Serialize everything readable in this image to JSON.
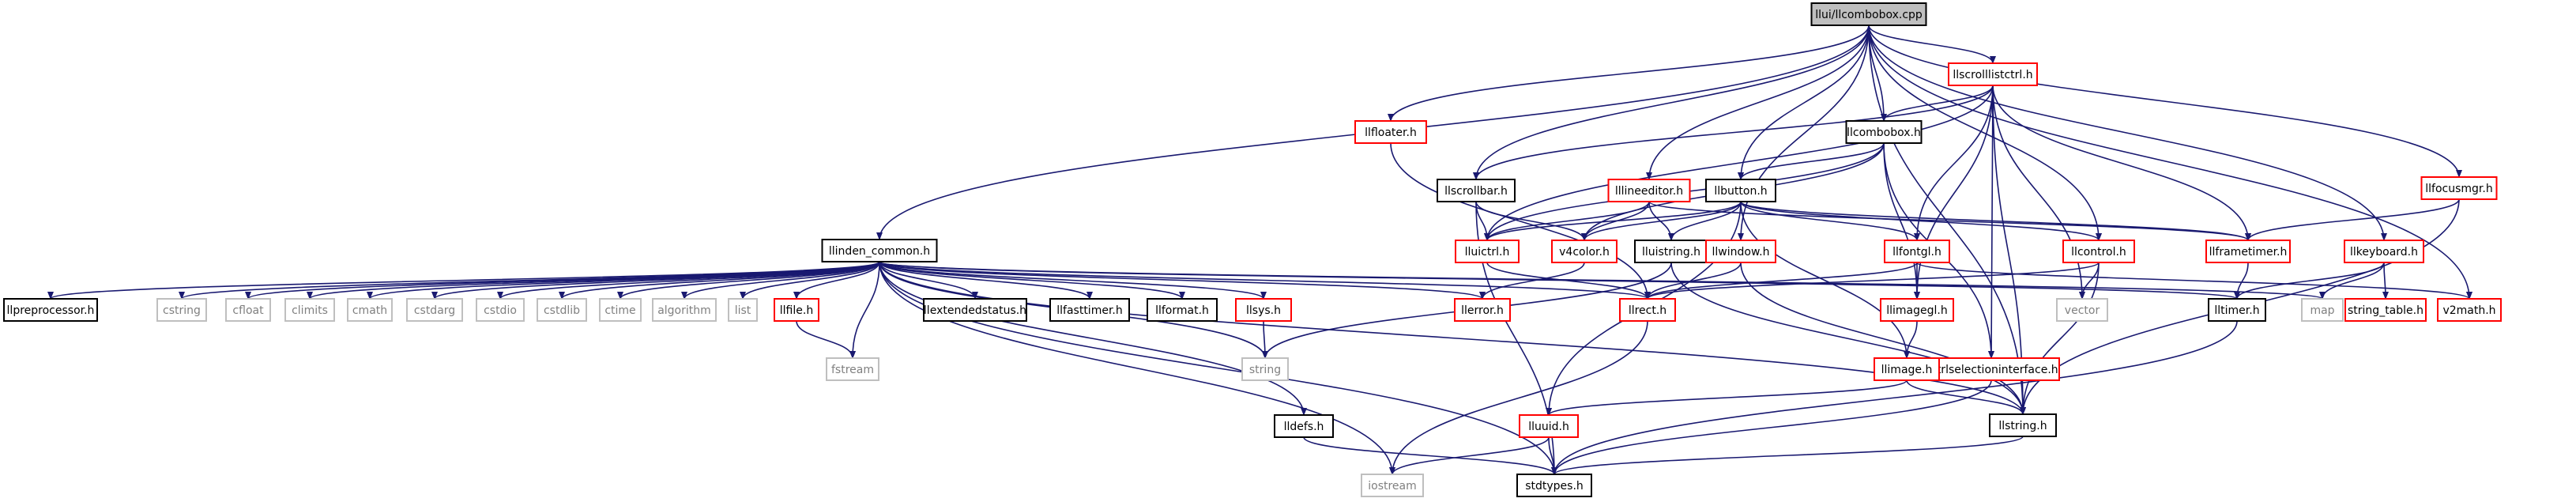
{
  "colors": {
    "edge": "#191970",
    "node_normal_border": "#000000",
    "node_red_border": "#ff0000",
    "node_gray_border": "#bfbfbf",
    "root_fill": "#bfbfbf",
    "text_normal": "#000000",
    "text_gray": "#808080"
  },
  "nodes": [
    {
      "id": "root",
      "label": "llui/llcombobox.cpp",
      "kind": "root"
    },
    {
      "id": "llscrolllistctrl",
      "label": "llscrolllistctrl.h",
      "kind": "red"
    },
    {
      "id": "llfloater",
      "label": "llfloater.h",
      "kind": "red"
    },
    {
      "id": "llcombobox",
      "label": "llcombobox.h",
      "kind": "normal"
    },
    {
      "id": "llfocusmgr",
      "label": "llfocusmgr.h",
      "kind": "red"
    },
    {
      "id": "llscrollbar",
      "label": "llscrollbar.h",
      "kind": "normal"
    },
    {
      "id": "lllineeditor",
      "label": "lllineeditor.h",
      "kind": "red"
    },
    {
      "id": "llbutton",
      "label": "llbutton.h",
      "kind": "normal"
    },
    {
      "id": "llkeyboard",
      "label": "llkeyboard.h",
      "kind": "red"
    },
    {
      "id": "llindencommon",
      "label": "llinden_common.h",
      "kind": "normal"
    },
    {
      "id": "lluictrl",
      "label": "lluictrl.h",
      "kind": "red"
    },
    {
      "id": "v4color",
      "label": "v4color.h",
      "kind": "red"
    },
    {
      "id": "lluistring",
      "label": "lluistring.h",
      "kind": "normal"
    },
    {
      "id": "llwindow",
      "label": "llwindow.h",
      "kind": "red"
    },
    {
      "id": "llfontgl",
      "label": "llfontgl.h",
      "kind": "red"
    },
    {
      "id": "llcontrol",
      "label": "llcontrol.h",
      "kind": "red"
    },
    {
      "id": "llframetimer",
      "label": "llframetimer.h",
      "kind": "red"
    },
    {
      "id": "llpreprocessor",
      "label": "llpreprocessor.h",
      "kind": "normal"
    },
    {
      "id": "cstring",
      "label": "cstring",
      "kind": "gray"
    },
    {
      "id": "cfloat",
      "label": "cfloat",
      "kind": "gray"
    },
    {
      "id": "climits",
      "label": "climits",
      "kind": "gray"
    },
    {
      "id": "cmath",
      "label": "cmath",
      "kind": "gray"
    },
    {
      "id": "cstdarg",
      "label": "cstdarg",
      "kind": "gray"
    },
    {
      "id": "cstdio",
      "label": "cstdio",
      "kind": "gray"
    },
    {
      "id": "cstdlib",
      "label": "cstdlib",
      "kind": "gray"
    },
    {
      "id": "ctime",
      "label": "ctime",
      "kind": "gray"
    },
    {
      "id": "algorithm",
      "label": "algorithm",
      "kind": "gray"
    },
    {
      "id": "list",
      "label": "list",
      "kind": "gray"
    },
    {
      "id": "llfile",
      "label": "llfile.h",
      "kind": "red"
    },
    {
      "id": "llextendedstatus",
      "label": "llextendedstatus.h",
      "kind": "normal"
    },
    {
      "id": "llfasttimer",
      "label": "llfasttimer.h",
      "kind": "normal"
    },
    {
      "id": "llformat",
      "label": "llformat.h",
      "kind": "normal"
    },
    {
      "id": "llsys",
      "label": "llsys.h",
      "kind": "red"
    },
    {
      "id": "llerror",
      "label": "llerror.h",
      "kind": "red"
    },
    {
      "id": "map",
      "label": "map",
      "kind": "gray"
    },
    {
      "id": "vector",
      "label": "vector",
      "kind": "gray"
    },
    {
      "id": "llrect",
      "label": "llrect.h",
      "kind": "red"
    },
    {
      "id": "llimagegl",
      "label": "llimagegl.h",
      "kind": "red"
    },
    {
      "id": "lltimer",
      "label": "lltimer.h",
      "kind": "normal"
    },
    {
      "id": "stringtable",
      "label": "string_table.h",
      "kind": "red"
    },
    {
      "id": "v2math",
      "label": "v2math.h",
      "kind": "red"
    },
    {
      "id": "fstream",
      "label": "fstream",
      "kind": "gray"
    },
    {
      "id": "string",
      "label": "string",
      "kind": "gray"
    },
    {
      "id": "llctrlselectioninterface",
      "label": "llctrlselectioninterface.h",
      "kind": "red"
    },
    {
      "id": "llimage",
      "label": "llimage.h",
      "kind": "red"
    },
    {
      "id": "llstring",
      "label": "llstring.h",
      "kind": "normal"
    },
    {
      "id": "lluuid",
      "label": "lluuid.h",
      "kind": "red"
    },
    {
      "id": "lldefs",
      "label": "lldefs.h",
      "kind": "normal"
    },
    {
      "id": "iostream",
      "label": "iostream",
      "kind": "gray"
    },
    {
      "id": "stdtypes",
      "label": "stdtypes.h",
      "kind": "normal"
    }
  ],
  "edges": [
    [
      "root",
      "llscrolllistctrl"
    ],
    [
      "root",
      "llfloater"
    ],
    [
      "root",
      "llcombobox"
    ],
    [
      "root",
      "llfocusmgr"
    ],
    [
      "root",
      "llscrollbar"
    ],
    [
      "root",
      "lllineeditor"
    ],
    [
      "root",
      "llbutton"
    ],
    [
      "root",
      "llkeyboard"
    ],
    [
      "root",
      "llindencommon"
    ],
    [
      "root",
      "llwindow"
    ],
    [
      "root",
      "llcontrol"
    ],
    [
      "root",
      "v2math"
    ],
    [
      "root",
      "llstring"
    ],
    [
      "llscrolllistctrl",
      "llcombobox"
    ],
    [
      "llscrolllistctrl",
      "lluictrl"
    ],
    [
      "llscrolllistctrl",
      "llfontgl"
    ],
    [
      "llscrolllistctrl",
      "llframetimer"
    ],
    [
      "llscrolllistctrl",
      "llscrollbar"
    ],
    [
      "llscrolllistctrl",
      "vector"
    ],
    [
      "llscrolllistctrl",
      "llimagegl"
    ],
    [
      "llscrolllistctrl",
      "llctrlselectioninterface"
    ],
    [
      "llscrolllistctrl",
      "llstring"
    ],
    [
      "llfloater",
      "llrect"
    ],
    [
      "llcombobox",
      "llbutton"
    ],
    [
      "llcombobox",
      "lluictrl"
    ],
    [
      "llcombobox",
      "llctrlselectioninterface"
    ],
    [
      "llcombobox",
      "llimagegl"
    ],
    [
      "llcombobox",
      "v4color"
    ],
    [
      "llfocusmgr",
      "llframetimer"
    ],
    [
      "llfocusmgr",
      "llstring"
    ],
    [
      "llscrollbar",
      "lluictrl"
    ],
    [
      "llscrollbar",
      "v4color"
    ],
    [
      "llscrollbar",
      "stdtypes"
    ],
    [
      "lllineeditor",
      "lluictrl"
    ],
    [
      "lllineeditor",
      "v4color"
    ],
    [
      "lllineeditor",
      "lluistring"
    ],
    [
      "lllineeditor",
      "llframetimer"
    ],
    [
      "llbutton",
      "lluictrl"
    ],
    [
      "llbutton",
      "v4color"
    ],
    [
      "llbutton",
      "lluistring"
    ],
    [
      "llbutton",
      "llfontgl"
    ],
    [
      "llbutton",
      "llframetimer"
    ],
    [
      "llbutton",
      "llimage"
    ],
    [
      "llbutton",
      "lluuid"
    ],
    [
      "llbutton",
      "llcontrol"
    ],
    [
      "llkeyboard",
      "lltimer"
    ],
    [
      "llkeyboard",
      "stringtable"
    ],
    [
      "llkeyboard",
      "map"
    ],
    [
      "llindencommon",
      "llpreprocessor"
    ],
    [
      "llindencommon",
      "cstring"
    ],
    [
      "llindencommon",
      "cfloat"
    ],
    [
      "llindencommon",
      "climits"
    ],
    [
      "llindencommon",
      "cmath"
    ],
    [
      "llindencommon",
      "cstdarg"
    ],
    [
      "llindencommon",
      "cstdio"
    ],
    [
      "llindencommon",
      "cstdlib"
    ],
    [
      "llindencommon",
      "ctime"
    ],
    [
      "llindencommon",
      "algorithm"
    ],
    [
      "llindencommon",
      "list"
    ],
    [
      "llindencommon",
      "llfile"
    ],
    [
      "llindencommon",
      "llextendedstatus"
    ],
    [
      "llindencommon",
      "llfasttimer"
    ],
    [
      "llindencommon",
      "llformat"
    ],
    [
      "llindencommon",
      "llsys"
    ],
    [
      "llindencommon",
      "llerror"
    ],
    [
      "llindencommon",
      "map"
    ],
    [
      "llindencommon",
      "fstream"
    ],
    [
      "llindencommon",
      "string"
    ],
    [
      "llindencommon",
      "lldefs"
    ],
    [
      "llindencommon",
      "iostream"
    ],
    [
      "llindencommon",
      "stdtypes"
    ],
    [
      "llindencommon",
      "llstring"
    ],
    [
      "llindencommon",
      "lltimer"
    ],
    [
      "llindencommon",
      "llrect"
    ],
    [
      "lluictrl",
      "llrect"
    ],
    [
      "v4color",
      "llerror"
    ],
    [
      "lluistring",
      "string"
    ],
    [
      "lluistring",
      "llstring"
    ],
    [
      "llwindow",
      "llrect"
    ],
    [
      "llwindow",
      "llstring"
    ],
    [
      "llfontgl",
      "llrect"
    ],
    [
      "llfontgl",
      "llimagegl"
    ],
    [
      "llfontgl",
      "v2math"
    ],
    [
      "llcontrol",
      "llrect"
    ],
    [
      "llcontrol",
      "vector"
    ],
    [
      "llcontrol",
      "llstring"
    ],
    [
      "llframetimer",
      "lltimer"
    ],
    [
      "llfile",
      "fstream"
    ],
    [
      "llsys",
      "string"
    ],
    [
      "llrect",
      "iostream"
    ],
    [
      "llimagegl",
      "llimage"
    ],
    [
      "lltimer",
      "stdtypes"
    ],
    [
      "llctrlselectioninterface",
      "stdtypes"
    ],
    [
      "llimage",
      "lluuid"
    ],
    [
      "llimage",
      "llstring"
    ],
    [
      "lluuid",
      "iostream"
    ],
    [
      "lluuid",
      "stdtypes"
    ],
    [
      "lldefs",
      "stdtypes"
    ],
    [
      "llstring",
      "stdtypes"
    ]
  ]
}
